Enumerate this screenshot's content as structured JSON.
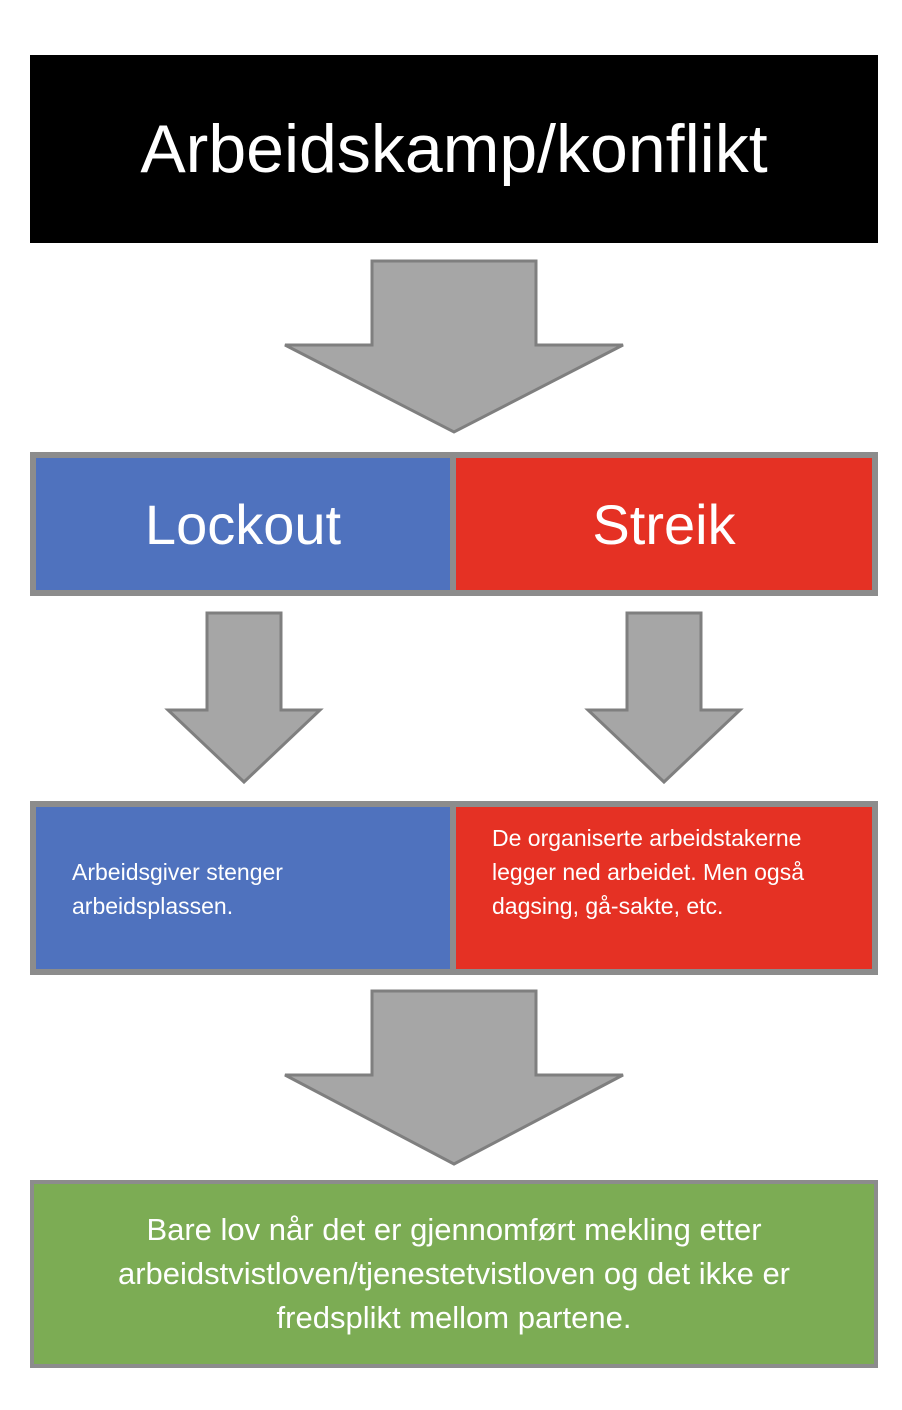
{
  "title": "Arbeidskamp/konflikt",
  "branches": {
    "lockout": {
      "label": "Lockout",
      "description": "Arbeidsgiver stenger arbeidsplassen."
    },
    "streik": {
      "label": "Streik",
      "description": "De organiserte arbeidstakerne legger ned arbeidet. Men også dagsing, gå-sakte, etc."
    }
  },
  "conclusion": "Bare lov når det er gjennomført mekling etter arbeidstvistloven/tjenestetvistloven og det ikke er fredsplikt mellom partene.",
  "colors": {
    "title_bg": "#000000",
    "lockout": "#4f72be",
    "streik": "#e53124",
    "conclusion": "#7cac54",
    "arrow_fill": "#a6a6a6",
    "arrow_stroke": "#7f7f7f"
  }
}
